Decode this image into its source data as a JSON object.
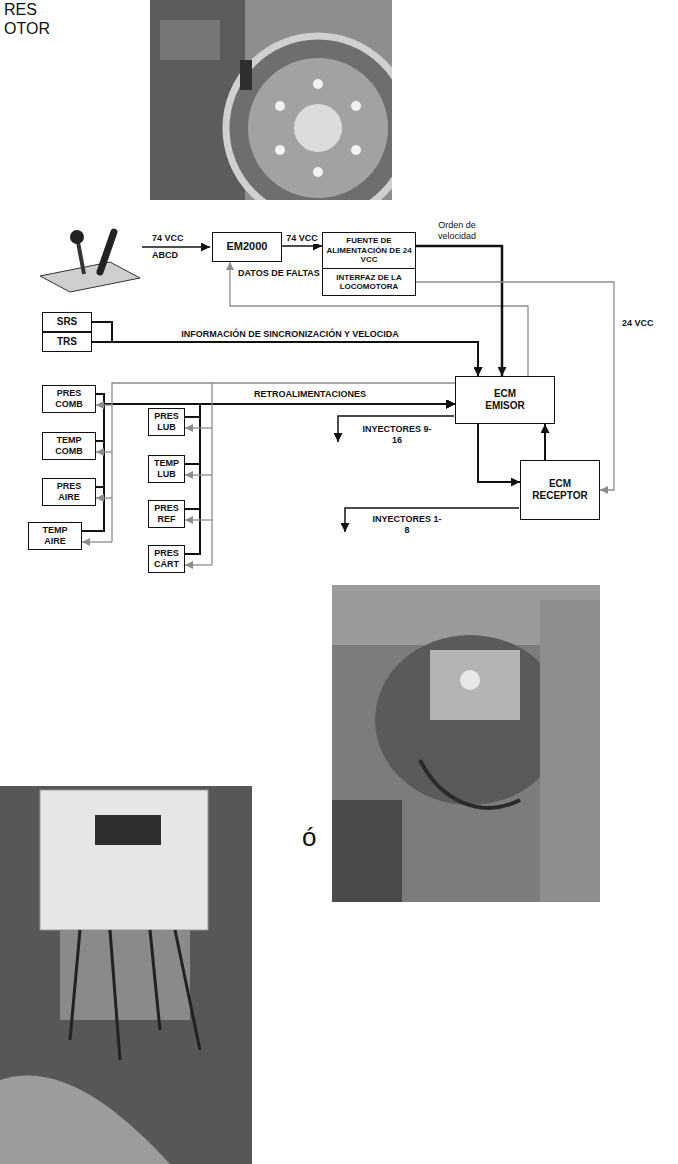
{
  "diagram": {
    "nodes": [
      {
        "text": [
          "EM2000"
        ]
      },
      {
        "text": [
          "FUENTE DE ALIMENTACIÓN DE 24 VCC",
          "INTERFAZ DE LA LOCOMOTORA"
        ]
      },
      {
        "text": [
          "SRS"
        ]
      },
      {
        "text": [
          "TRS"
        ]
      },
      {
        "text": [
          "PRES COMB"
        ]
      },
      {
        "text": [
          "TEMP COMB"
        ]
      },
      {
        "text": [
          "PRES AIRE"
        ]
      },
      {
        "text": [
          "TEMP AIRE"
        ]
      },
      {
        "text": [
          "PRES LUB"
        ]
      },
      {
        "text": [
          "TEMP LUB"
        ]
      },
      {
        "text": [
          "PRES REF"
        ]
      },
      {
        "text": [
          "PRES CÁRT"
        ]
      },
      {
        "text": [
          "ECM EMISOR"
        ]
      },
      {
        "text": [
          "ECM RECEPTOR"
        ]
      }
    ],
    "edges": [
      {
        "from": 0,
        "to": 1,
        "arrow": "to",
        "label": "74 VCC"
      },
      {
        "from": 12,
        "to": 0,
        "arrow": "to",
        "label": "DATOS DE FALTAS"
      },
      {
        "from": 1,
        "to": 12,
        "arrow": "to",
        "label": "Orden de velocidad"
      },
      {
        "from": 1,
        "to": 13,
        "arrow": "to",
        "label": "24 VCC"
      },
      {
        "from": 2,
        "to": 12,
        "arrow": "to",
        "label": "INFORMACIÓN DE SINCRONIZACIÓN Y VELOCIDA"
      },
      {
        "from": 3,
        "to": 12,
        "arrow": "to"
      },
      {
        "from": 4,
        "to": 12,
        "arrow": "to",
        "label": "RETROALIMENTACIONES"
      },
      {
        "from": 5,
        "to": 12,
        "arrow": "to"
      },
      {
        "from": 6,
        "to": 12,
        "arrow": "to"
      },
      {
        "from": 7,
        "to": 12,
        "arrow": "to"
      },
      {
        "from": 8,
        "to": 12,
        "arrow": "to"
      },
      {
        "from": 9,
        "to": 12,
        "arrow": "to"
      },
      {
        "from": 10,
        "to": 12,
        "arrow": "to"
      },
      {
        "from": 11,
        "to": 12,
        "arrow": "to"
      },
      {
        "from": 12,
        "to": 13,
        "arrow": "to"
      },
      {
        "from": 13,
        "to": 12,
        "arrow": "to"
      }
    ],
    "labels": [
      "RES",
      "OTOR",
      "74 VCC",
      "ABCD",
      "INYECTORES 9-16",
      "INYECTORES 1-8",
      "ó"
    ]
  }
}
